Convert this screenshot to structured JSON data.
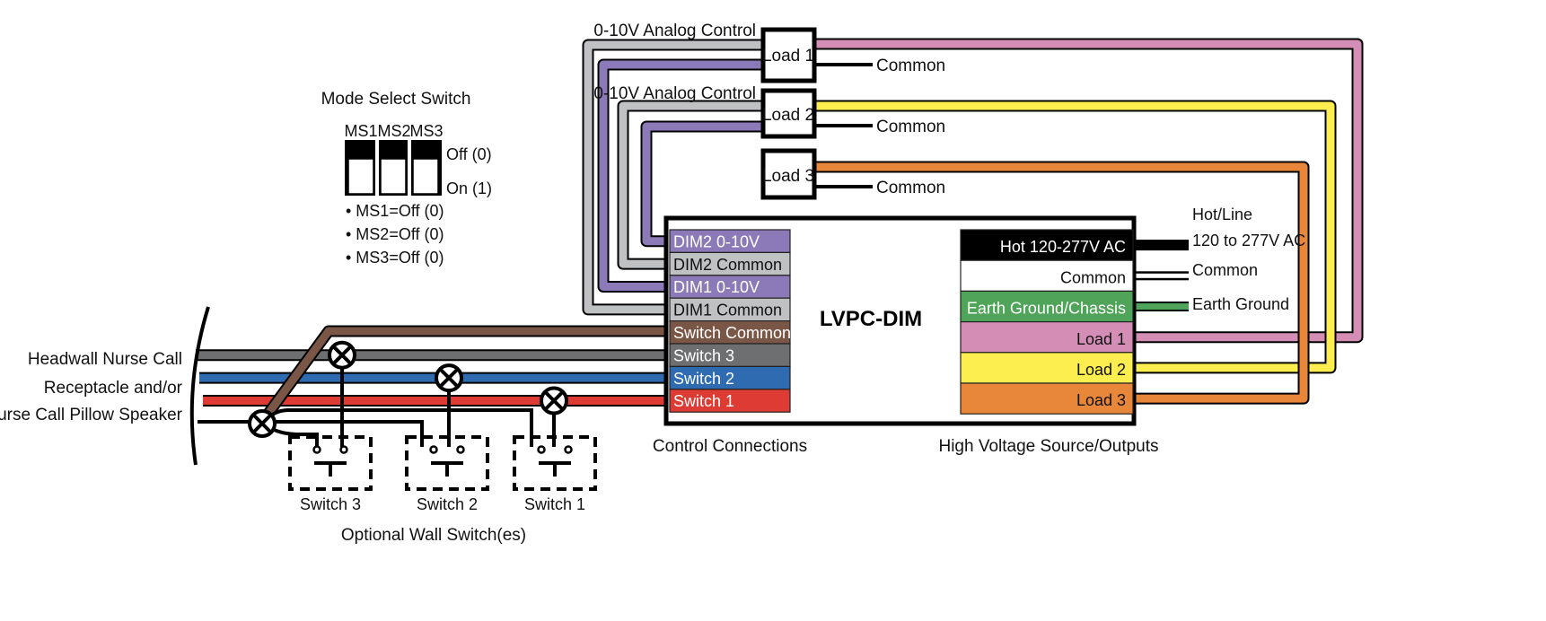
{
  "colors": {
    "purple": "#8C7AB8",
    "gray_light": "#BFC1C3",
    "brown": "#7A5647",
    "gray_dark": "#6E6F71",
    "blue": "#2E6BB0",
    "red": "#DD3B33",
    "black": "#000000",
    "white": "#FFFFFF",
    "green": "#4FA45A",
    "pink": "#D48DB5",
    "yellow": "#FBEE4E",
    "orange": "#E8873A"
  },
  "device": {
    "name": "LVPC-DIM",
    "control_section_label": "Control Connections",
    "hv_section_label": "High Voltage Source/Outputs"
  },
  "control_terminals": [
    {
      "label": "DIM2 0-10V",
      "color": "purple",
      "text_color": "#FFFFFF"
    },
    {
      "label": "DIM2 Common",
      "color": "gray_light",
      "text_color": "#111111"
    },
    {
      "label": "DIM1 0-10V",
      "color": "purple",
      "text_color": "#FFFFFF"
    },
    {
      "label": "DIM1 Common",
      "color": "gray_light",
      "text_color": "#111111"
    },
    {
      "label": "Switch Common",
      "color": "brown",
      "text_color": "#FFFFFF"
    },
    {
      "label": "Switch 3",
      "color": "gray_dark",
      "text_color": "#FFFFFF"
    },
    {
      "label": "Switch 2",
      "color": "blue",
      "text_color": "#FFFFFF"
    },
    {
      "label": "Switch 1",
      "color": "red",
      "text_color": "#FFFFFF"
    }
  ],
  "hv_terminals": [
    {
      "label": "Hot 120-277V AC",
      "color": "black",
      "text_color": "#FFFFFF"
    },
    {
      "label": "Common",
      "color": "white",
      "text_color": "#111111"
    },
    {
      "label": "Earth Ground/Chassis",
      "color": "green",
      "text_color": "#FFFFFF"
    },
    {
      "label": "Load 1",
      "color": "pink",
      "text_color": "#111111"
    },
    {
      "label": "Load 2",
      "color": "yellow",
      "text_color": "#111111"
    },
    {
      "label": "Load 3",
      "color": "orange",
      "text_color": "#111111"
    }
  ],
  "source_labels": {
    "hot_line_1": "Hot/Line",
    "hot_line_2": "120 to 277V AC",
    "common": "Common",
    "earth": "Earth Ground"
  },
  "loads": [
    {
      "label": "Load 1",
      "analog_label": "0-10V Analog Control",
      "common_label": "Common"
    },
    {
      "label": "Load 2",
      "analog_label": "0-10V Analog Control",
      "common_label": "Common"
    },
    {
      "label": "Load 3",
      "analog_label": "",
      "common_label": "Common"
    }
  ],
  "mode_select": {
    "title": "Mode Select Switch",
    "switches": [
      "MS1",
      "MS2",
      "MS3"
    ],
    "off_label": "Off (0)",
    "on_label": "On (1)",
    "settings": [
      "• MS1=Off (0)",
      "• MS2=Off (0)",
      "• MS3=Off (0)"
    ]
  },
  "nurse_call": {
    "line1": "Headwall Nurse Call",
    "line2": "Receptacle and/or",
    "line3": "Nurse Call Pillow Speaker"
  },
  "wall_switches": {
    "items": [
      "Switch 3",
      "Switch 2",
      "Switch 1"
    ],
    "caption": "Optional Wall Switch(es)"
  }
}
